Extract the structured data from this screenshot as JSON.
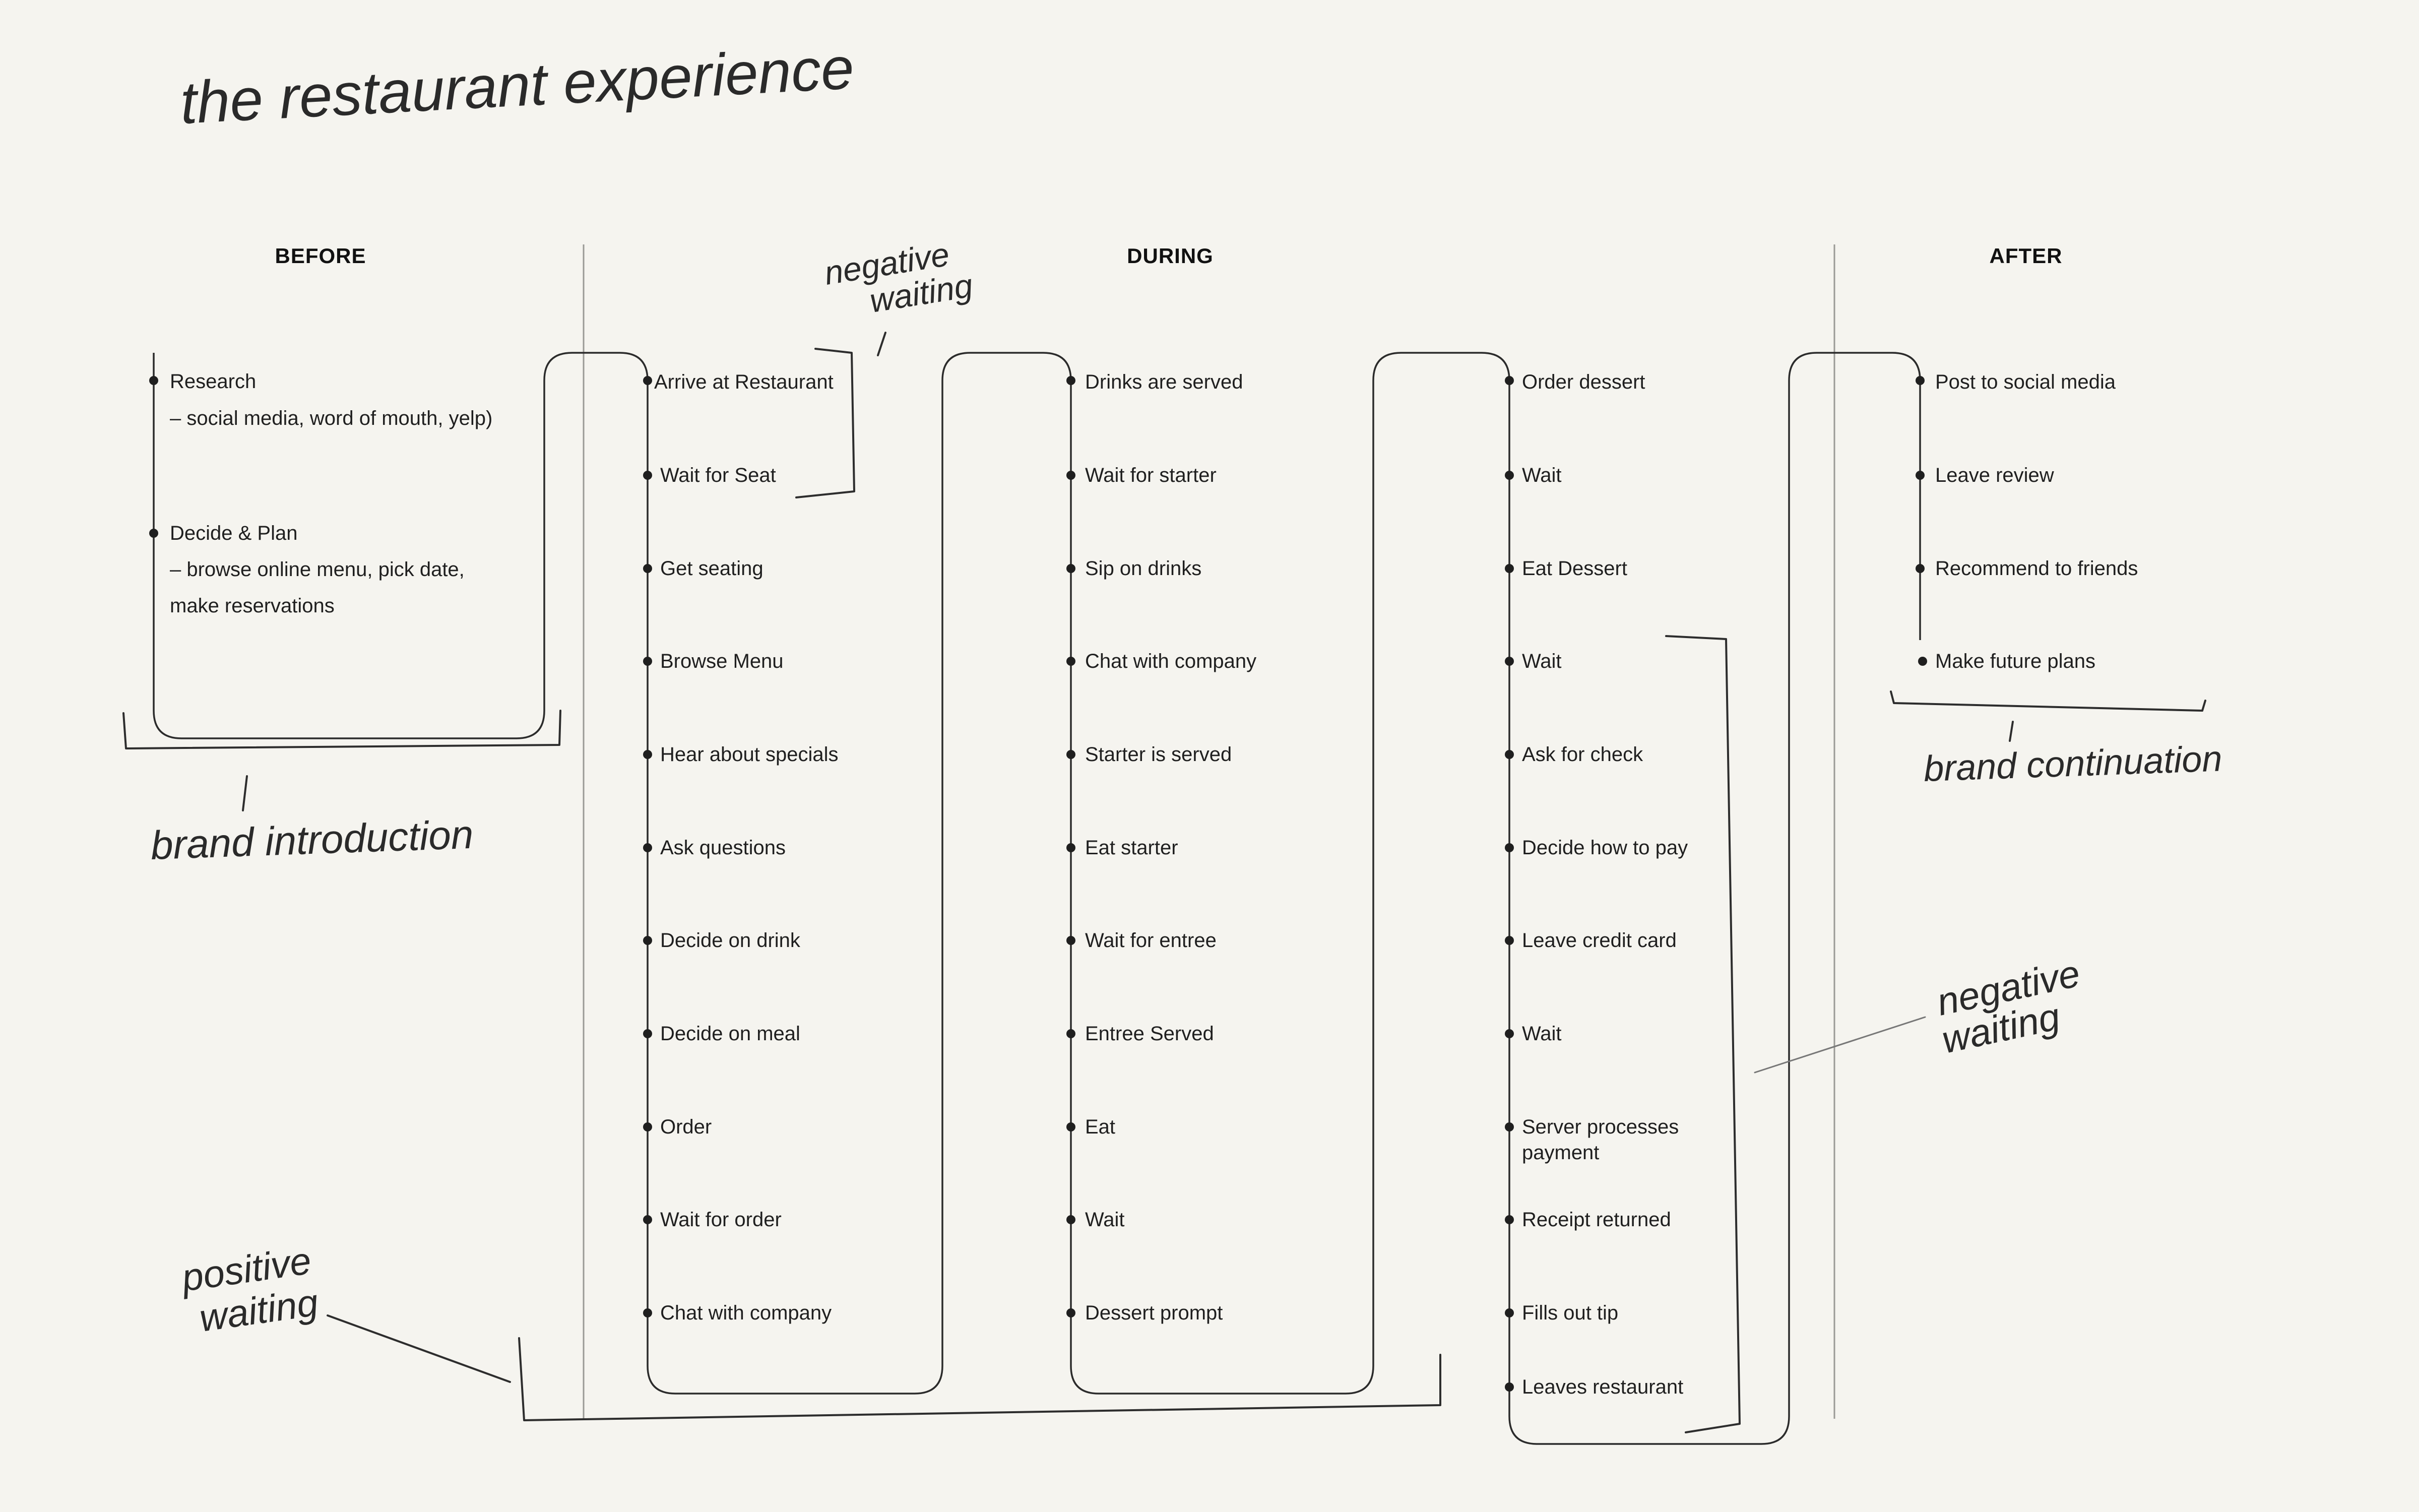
{
  "title": "the restaurant experience",
  "phases": [
    {
      "key": "before",
      "label": "BEFORE"
    },
    {
      "key": "during",
      "label": "DURING"
    },
    {
      "key": "after",
      "label": "AFTER"
    }
  ],
  "columns": [
    {
      "key": "before",
      "items": [
        {
          "label": "Research",
          "details": [
            "– social media, word of mouth, yelp)"
          ]
        },
        {
          "label": "Decide & Plan",
          "details": [
            "– browse online menu, pick date,",
            "make reservations"
          ]
        }
      ]
    },
    {
      "key": "during-1",
      "items": [
        {
          "label": "Arrive at Restaurant"
        },
        {
          "label": "Wait for Seat"
        },
        {
          "label": "Get seating"
        },
        {
          "label": "Browse Menu"
        },
        {
          "label": "Hear about specials"
        },
        {
          "label": "Ask questions"
        },
        {
          "label": "Decide on drink"
        },
        {
          "label": "Decide on meal"
        },
        {
          "label": "Order"
        },
        {
          "label": "Wait for order"
        },
        {
          "label": "Chat with company"
        }
      ]
    },
    {
      "key": "during-2",
      "items": [
        {
          "label": "Drinks are served"
        },
        {
          "label": "Wait for starter"
        },
        {
          "label": "Sip on drinks"
        },
        {
          "label": "Chat with company"
        },
        {
          "label": "Starter is served"
        },
        {
          "label": "Eat starter"
        },
        {
          "label": "Wait for entree"
        },
        {
          "label": "Entree Served"
        },
        {
          "label": "Eat"
        },
        {
          "label": "Wait"
        },
        {
          "label": "Dessert prompt"
        }
      ]
    },
    {
      "key": "during-3",
      "items": [
        {
          "label": "Order dessert"
        },
        {
          "label": "Wait"
        },
        {
          "label": "Eat Dessert"
        },
        {
          "label": "Wait"
        },
        {
          "label": "Ask for check"
        },
        {
          "label": "Decide how to pay"
        },
        {
          "label": "Leave credit card"
        },
        {
          "label": "Wait"
        },
        {
          "label": "Server processes",
          "details": [
            "payment"
          ]
        },
        {
          "label": "Receipt returned"
        },
        {
          "label": "Fills out tip"
        },
        {
          "label": "Leaves restaurant"
        }
      ]
    },
    {
      "key": "after",
      "items": [
        {
          "label": "Post to social media"
        },
        {
          "label": "Leave review"
        },
        {
          "label": "Recommend to friends"
        },
        {
          "label": "Make future plans"
        }
      ]
    }
  ],
  "annotations": [
    {
      "key": "brand-introduction",
      "lines": [
        "brand introduction"
      ]
    },
    {
      "key": "negative-waiting-top",
      "lines": [
        "negative",
        "waiting"
      ]
    },
    {
      "key": "positive-waiting",
      "lines": [
        "positive",
        "waiting"
      ]
    },
    {
      "key": "negative-waiting-right",
      "lines": [
        "negative",
        "waiting"
      ]
    },
    {
      "key": "brand-continuation",
      "lines": [
        "brand continuation"
      ]
    }
  ],
  "colors": {
    "background": "#f5f4ef",
    "ink": "#1f1f1f",
    "line": "#2b2b2b",
    "divider": "#9a9a96"
  }
}
